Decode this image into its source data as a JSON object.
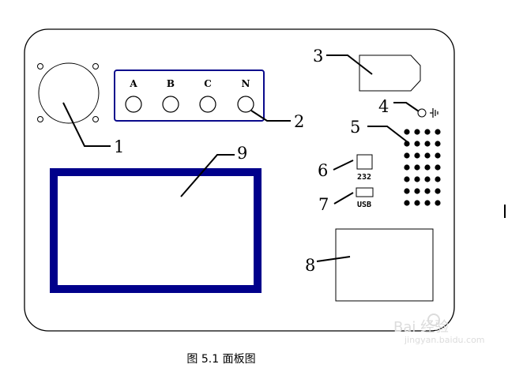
{
  "diagram": {
    "callouts": [
      "1",
      "2",
      "3",
      "4",
      "5",
      "6",
      "7",
      "8",
      "9"
    ],
    "phase_labels": [
      "A",
      "B",
      "C",
      "N"
    ],
    "port_232": "232",
    "port_usb": "USB",
    "caption": "图 5.1   面板图"
  },
  "watermark": {
    "line1": "Bai 经验",
    "line2": "jingyan.baidu.com"
  },
  "colors": {
    "outline": "#000000",
    "terminal_frame": "#0a0a8c",
    "screen_frame": "#00008b"
  }
}
